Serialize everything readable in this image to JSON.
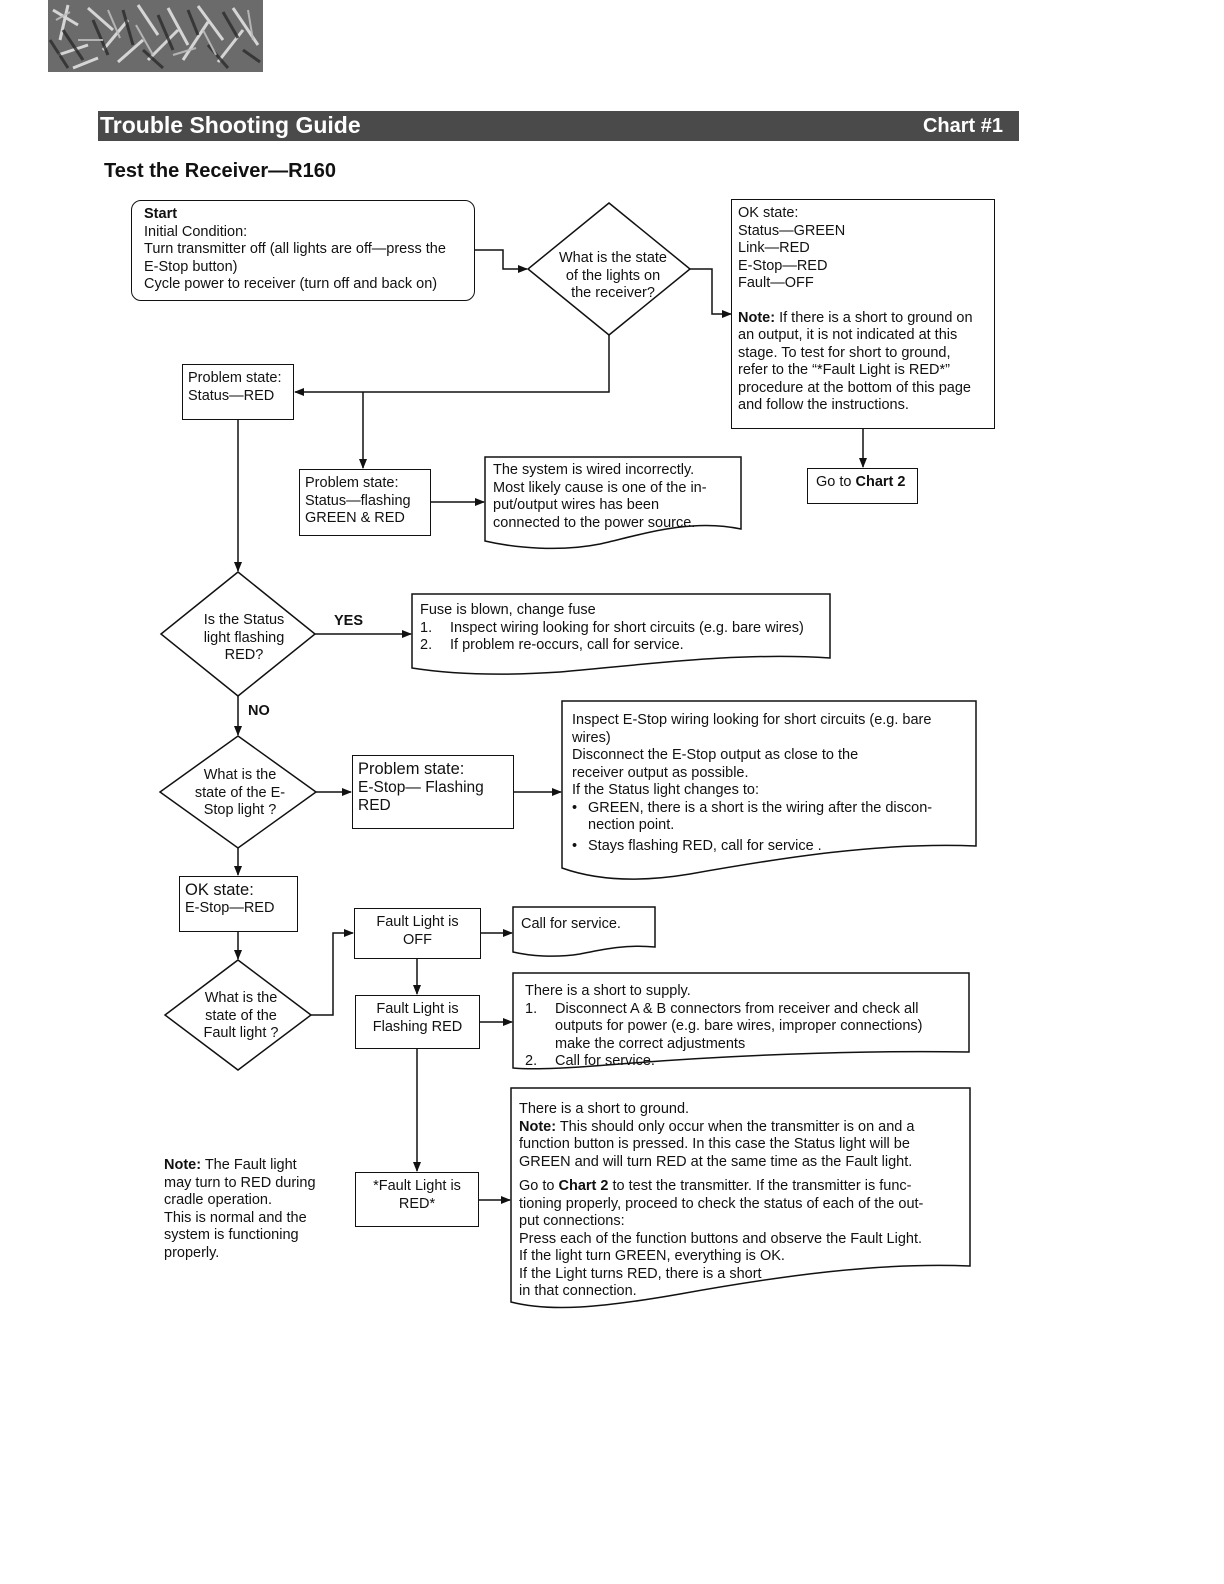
{
  "header": {
    "title": "Trouble Shooting Guide",
    "chart_label": "Chart #1"
  },
  "subtitle": "Test the Receiver—R160",
  "start": {
    "heading": "Start",
    "lines": [
      "Initial Condition:",
      "Turn transmitter off (all lights are off—press the",
      "E-Stop button)",
      "Cycle power to receiver (turn off and back on)"
    ]
  },
  "decision_lights": [
    "What is the state",
    "of the lights on",
    "the receiver?"
  ],
  "ok_state_box": {
    "lines": [
      "OK state:",
      "Status—GREEN",
      "Link—RED",
      "E-Stop—RED",
      "Fault—OFF"
    ],
    "note_label": "Note:",
    "note_lines": [
      " If there is a short to ground on",
      "an output, it is not indicated at this",
      "stage.  To test for short to ground,",
      "refer to the “*Fault Light is RED*”",
      "procedure at the bottom of this page",
      "and follow the instructions."
    ]
  },
  "go_chart2": {
    "prefix": "Go to ",
    "bold": "Chart 2"
  },
  "problem_red": [
    "Problem state:",
    "Status—RED"
  ],
  "problem_flashing": [
    "Problem state:",
    "Status—flashing",
    "GREEN & RED"
  ],
  "wired_incorrectly": [
    "The system is wired incorrectly.",
    "Most likely cause is one of the in-",
    "put/output wires has been",
    "connected to the power source."
  ],
  "decision_status": [
    "Is the Status",
    "light flashing",
    "RED?"
  ],
  "yes_label": "YES",
  "no_label": "NO",
  "fuse_box": {
    "title": "Fuse is blown, change fuse",
    "items": [
      {
        "num": "1.",
        "text": "Inspect wiring looking for short circuits (e.g. bare wires)"
      },
      {
        "num": "2.",
        "text": "If problem re-occurs, call for service."
      }
    ]
  },
  "decision_estop": [
    "What is the",
    "state of the E-",
    "Stop light ?"
  ],
  "estop_problem": [
    "Problem state:",
    "E-Stop— Flashing",
    "RED"
  ],
  "estop_inspect": {
    "lines": [
      "Inspect E-Stop wiring looking for short circuits (e.g. bare",
      "wires)",
      "Disconnect the E-Stop output as close to the",
      "receiver output as possible.",
      "If the Status light changes to:"
    ],
    "bullets": [
      [
        "GREEN, there is a short is the wiring after the discon-",
        "nection point."
      ],
      [
        "Stays flashing RED, call for service ."
      ]
    ]
  },
  "ok_estop": [
    "OK state:",
    "E-Stop—RED"
  ],
  "decision_fault": [
    "What is the",
    "state of the",
    "Fault light ?"
  ],
  "fault_off": [
    "Fault Light is",
    "OFF"
  ],
  "call_service": "Call for service.",
  "fault_flashing": [
    "Fault Light is",
    "Flashing RED"
  ],
  "short_supply": {
    "title": "There is a short to supply.",
    "items": [
      {
        "num": "1.",
        "lines": [
          "Disconnect A & B connectors from receiver and check all",
          "outputs for power (e.g. bare wires, improper connections)",
          "make the correct adjustments"
        ]
      },
      {
        "num": "2.",
        "lines": [
          "Call for service."
        ]
      }
    ]
  },
  "fault_red": [
    "*Fault Light is",
    "RED*"
  ],
  "short_ground": {
    "title": "There is a short to ground.",
    "note_label": "Note:",
    "note_lines": [
      " This should only occur when the transmitter is on and a",
      "function button is pressed.  In this case the Status light will be",
      "GREEN and will turn RED at the same time as the Fault light."
    ],
    "goto_prefix": "Go to ",
    "goto_bold": "Chart 2",
    "goto_rest": " to test the transmitter.  If the transmitter is func-",
    "lines": [
      "tioning properly, proceed to check the status of each of the out-",
      "put connections:",
      "Press each of the function buttons and observe the Fault Light.",
      "If the light turn GREEN, everything is OK.",
      "If the Light turns RED, there is a short",
      "in that connection."
    ]
  },
  "side_note": {
    "label": "Note:",
    "lines": [
      " The Fault light",
      "may turn to RED during",
      "cradle operation.",
      "This is normal and the",
      "system is functioning",
      "properly."
    ]
  }
}
